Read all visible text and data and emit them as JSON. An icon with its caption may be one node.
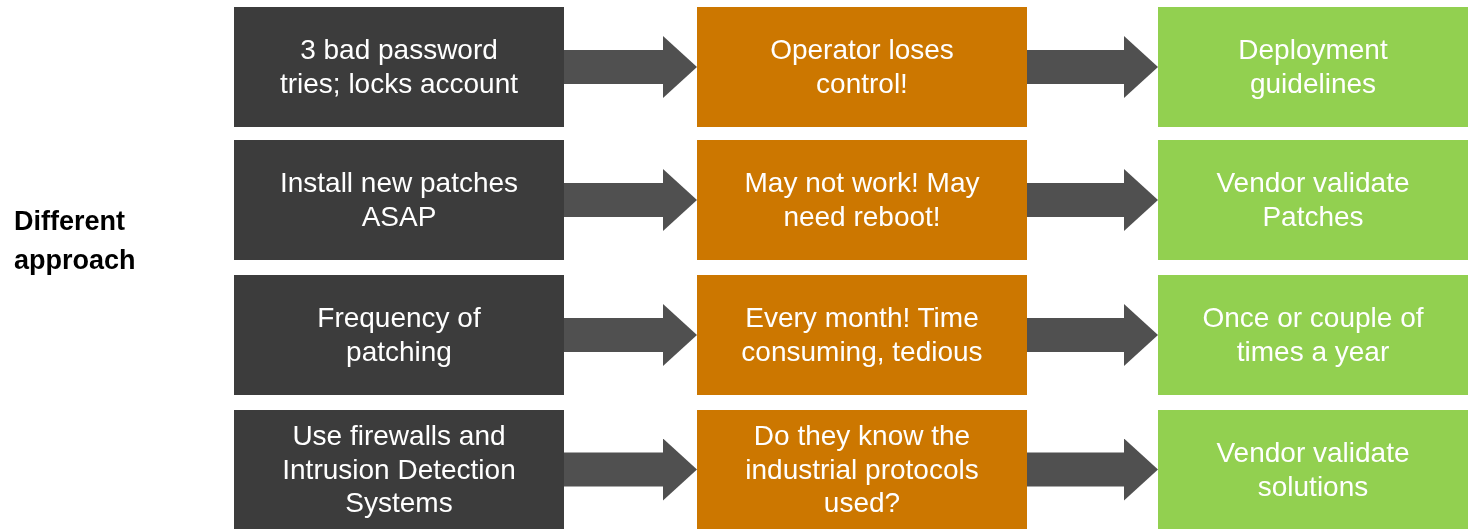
{
  "diagram": {
    "nodes": [
      {
        "text": [
          "3 bad password tries; locks account"
        ]
      },
      {
        "text": [
          "Operator loses control!"
        ]
      },
      {
        "text": [
          "Deployment guidelines"
        ]
      },
      {
        "text": [
          "Install new patches ASAP"
        ]
      },
      {
        "text": [
          "May not work! May need reboot!"
        ]
      },
      {
        "text": [
          "Vendor validate Patches"
        ]
      },
      {
        "text": [
          "Frequency of patching"
        ]
      },
      {
        "text": [
          "Every month! Time consuming, tedious"
        ]
      },
      {
        "text": [
          "Once or couple of times a year"
        ]
      },
      {
        "text": [
          "Use firewalls and Intrusion Detection Systems"
        ]
      },
      {
        "text": [
          "Do they know the industrial protocols used?"
        ]
      },
      {
        "text": [
          "Vendor validate solutions"
        ]
      }
    ],
    "edges": [
      {
        "from": 0,
        "to": 1,
        "arrow": "to"
      },
      {
        "from": 1,
        "to": 2,
        "arrow": "to"
      },
      {
        "from": 3,
        "to": 4,
        "arrow": "to"
      },
      {
        "from": 4,
        "to": 5,
        "arrow": "to"
      },
      {
        "from": 6,
        "to": 7,
        "arrow": "to"
      },
      {
        "from": 7,
        "to": 8,
        "arrow": "to"
      },
      {
        "from": 9,
        "to": 10,
        "arrow": "to"
      },
      {
        "from": 10,
        "to": 11,
        "arrow": "to"
      }
    ],
    "labels": [
      "Different approach"
    ]
  }
}
